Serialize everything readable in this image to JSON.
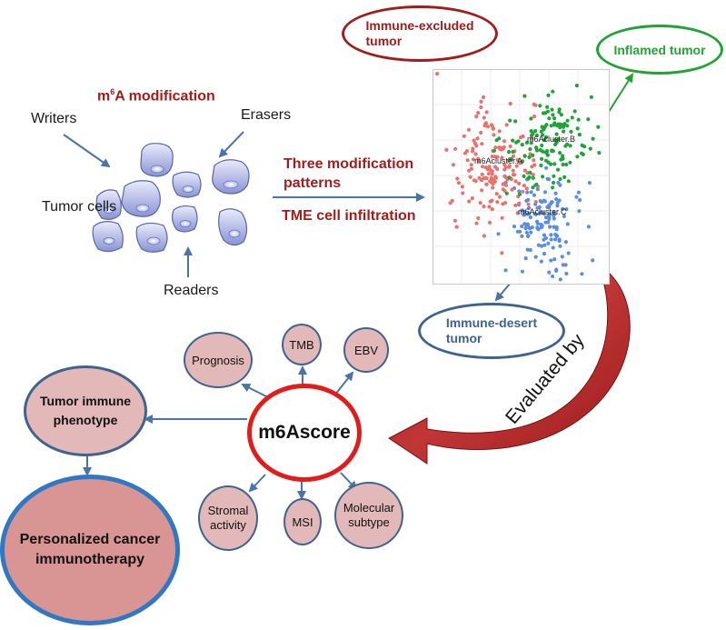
{
  "header": {
    "m6a_prefix": "m",
    "m6a_sup": "6",
    "m6a_suffix": "A modification"
  },
  "cell_panel": {
    "writers": "Writers",
    "erasers": "Erasers",
    "tumor_cells": "Tumor cells",
    "readers": "Readers"
  },
  "center_labels": {
    "patterns_line1": "Three modification",
    "patterns_line2": "patterns",
    "tme": "TME cell infiltration"
  },
  "scatter": {
    "cluster_a": "m6Acluster.A",
    "cluster_b": "m6Acluster.B",
    "cluster_c": "m6Acluster.C"
  },
  "phenotypes": {
    "excluded_line1": "Immune-excluded",
    "excluded_line2": "tumor",
    "inflamed": "Inflamed tumor",
    "desert_line1": "Immune-desert",
    "desert_line2": "tumor"
  },
  "evaluated_by": "Evaluated by",
  "score": {
    "center": "m6Ascore",
    "prognosis": "Prognosis",
    "tmb": "TMB",
    "ebv": "EBV",
    "stromal_line1": "Stromal",
    "stromal_line2": "activity",
    "msi": "MSI",
    "molecular_line1": "Molecular",
    "molecular_line2": "subtype"
  },
  "outcomes": {
    "tip_line1": "Tumor immune",
    "tip_line2": "phenotype",
    "pci_line1": "Personalized cancer",
    "pci_line2": "immunotherapy"
  },
  "colors": {
    "dark_red": "#a31c1c",
    "green": "#22a334",
    "blue_arrow": "#4a73a8",
    "cluster_a": "#e8736c",
    "cluster_b": "#1fa33a",
    "cluster_c": "#5b8fdd",
    "node_fill": "#e3b8b8",
    "node_border": "#3f6391",
    "score_ring": "#e21b1b"
  }
}
